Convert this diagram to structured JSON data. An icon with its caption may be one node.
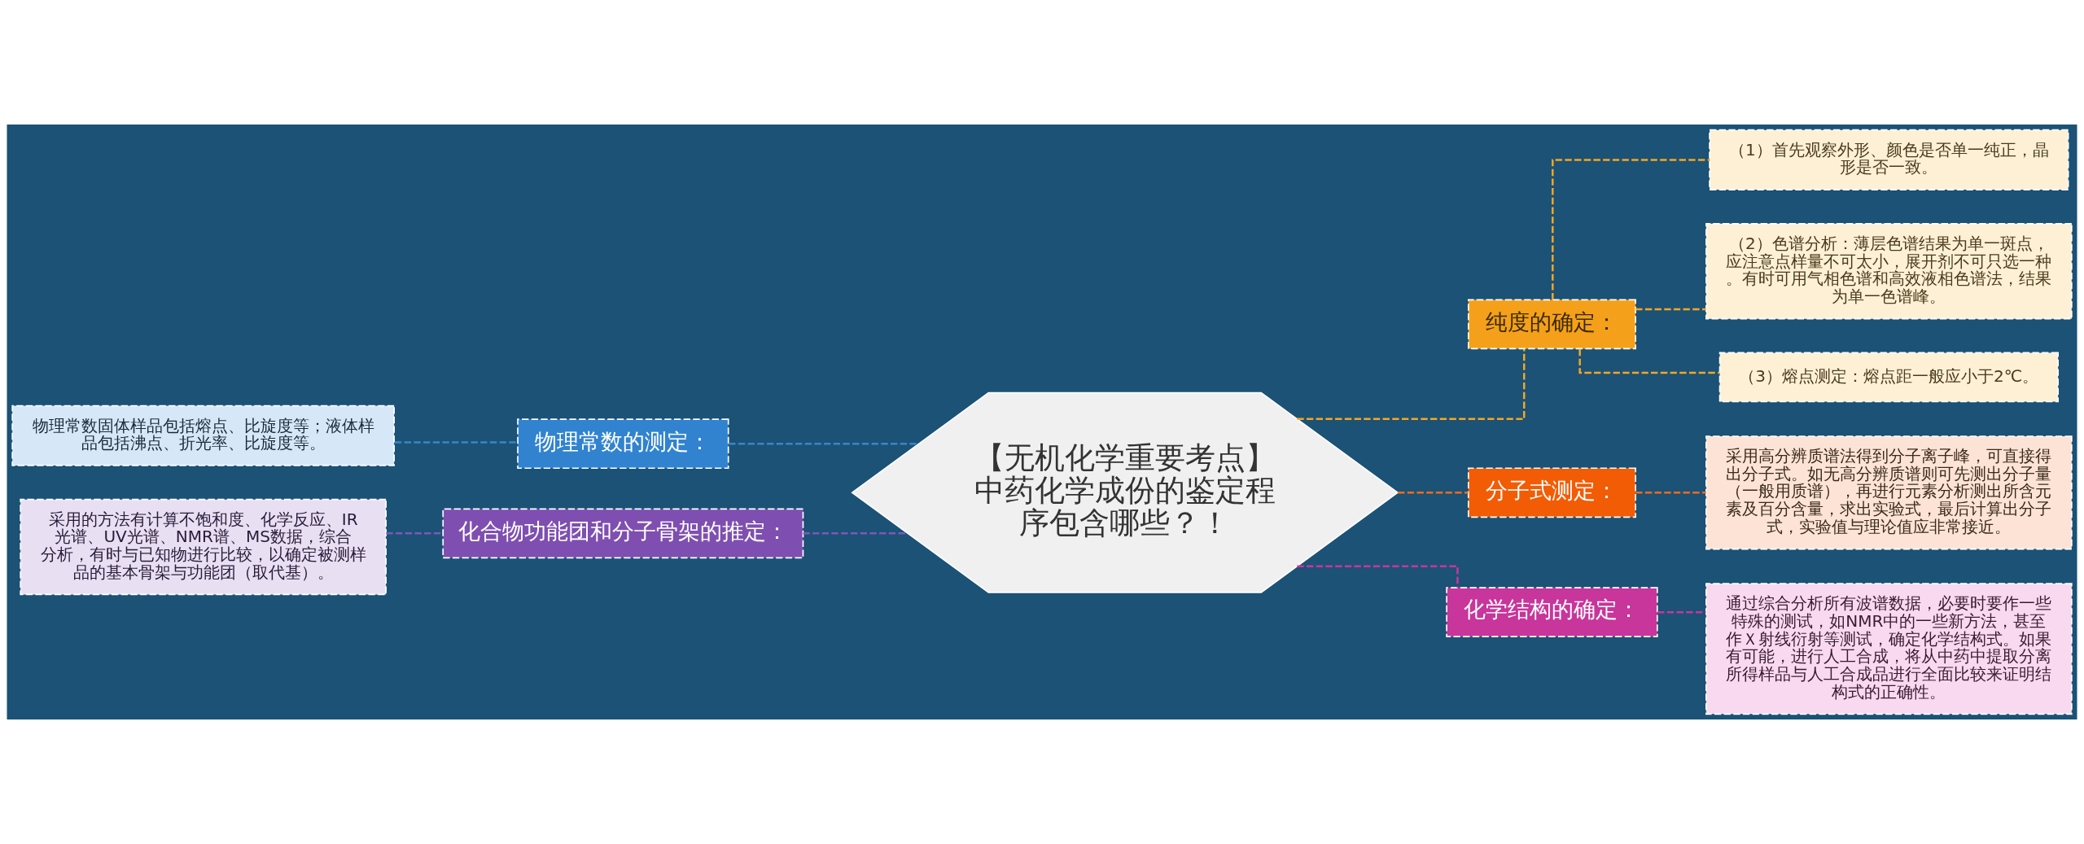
{
  "diagram": {
    "nodes": [
      {
        "text": [
          "【无机化学重要考点】中药化学成份的鉴定程序包含哪些？！"
        ]
      },
      {
        "text": [
          "纯度的确定："
        ]
      },
      {
        "text": [
          "（1）首先观察外形、颜色是否单一纯正，晶形是否一致。"
        ]
      },
      {
        "text": [
          "（2）色谱分析：薄层色谱结果为单一斑点，应注意点样量不可太小，展开剂不可只选一种。有时可用气相色谱和高效液相色谱法，结果为单一色谱峰。"
        ]
      },
      {
        "text": [
          "（3）熔点测定：熔点距一般应小于2℃。"
        ]
      },
      {
        "text": [
          "分子式测定："
        ]
      },
      {
        "text": [
          "采用高分辨质谱法得到分子离子峰，可直接得出分子式。如无高分辨质谱则可先测出分子量（一般用质谱），再进行元素分析测出所含元素及百分含量，求出实验式，最后计算出分子式，实验值与理论值应非常接近。"
        ]
      },
      {
        "text": [
          "化学结构的确定："
        ]
      },
      {
        "text": [
          "通过综合分析所有波谱数据，必要时要作一些特殊的测试，如NMR中的一些新方法，甚至作Ｘ射线衍射等测试，确定化学结构式。如果有可能，进行人工合成，将从中药中提取分离所得样品与人工合成品进行全面比较来证明结构式的正确性。"
        ]
      },
      {
        "text": [
          "物理常数的测定："
        ]
      },
      {
        "text": [
          "物理常数固体样品包括熔点、比旋度等；液体样品包括沸点、折光率、比旋度等。"
        ]
      },
      {
        "text": [
          "化合物功能团和分子骨架的推定："
        ]
      },
      {
        "text": [
          "采用的方法有计算不饱和度、化学反应、IR光谱、UV光谱、NMR谱、MS数据，综合分析，有时与已知物进行比较，以确定被测样品的基本骨架与功能团（取代基）。"
        ]
      }
    ],
    "edges": [
      {
        "from": 0,
        "to": 1,
        "arrow": "none",
        "style": "dashed",
        "color": "#f5a623"
      },
      {
        "from": 1,
        "to": 2,
        "arrow": "none",
        "style": "dashed",
        "color": "#f5a623"
      },
      {
        "from": 1,
        "to": 3,
        "arrow": "none",
        "style": "dashed",
        "color": "#f5a623"
      },
      {
        "from": 1,
        "to": 4,
        "arrow": "none",
        "style": "dashed",
        "color": "#f5a623"
      },
      {
        "from": 0,
        "to": 5,
        "arrow": "none",
        "style": "dashed",
        "color": "#f26b1d"
      },
      {
        "from": 5,
        "to": 6,
        "arrow": "none",
        "style": "dashed",
        "color": "#f26b1d"
      },
      {
        "from": 0,
        "to": 7,
        "arrow": "none",
        "style": "dashed",
        "color": "#c8379b"
      },
      {
        "from": 7,
        "to": 8,
        "arrow": "none",
        "style": "dashed",
        "color": "#c8379b"
      },
      {
        "from": 0,
        "to": 9,
        "arrow": "none",
        "style": "dashed",
        "color": "#3a86c8"
      },
      {
        "from": 9,
        "to": 10,
        "arrow": "none",
        "style": "dashed",
        "color": "#3a86c8"
      },
      {
        "from": 0,
        "to": 11,
        "arrow": "none",
        "style": "dashed",
        "color": "#7e57b8"
      },
      {
        "from": 11,
        "to": 12,
        "arrow": "none",
        "style": "dashed",
        "color": "#7e57b8"
      }
    ]
  }
}
